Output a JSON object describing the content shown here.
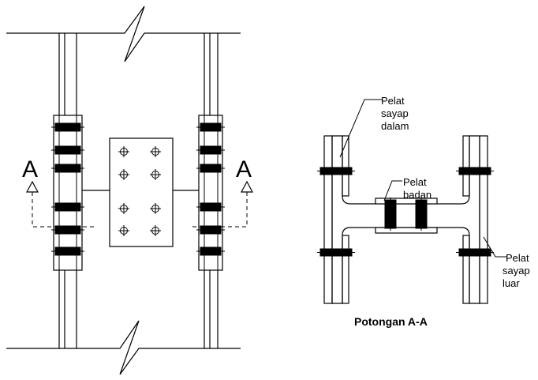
{
  "elevation": {
    "section_mark_left": "A",
    "section_mark_right": "A"
  },
  "section": {
    "title": "Potongan A-A",
    "labels": {
      "inner_flange_plate": [
        "Pelat",
        "sayap",
        "dalam"
      ],
      "web_plate": [
        "Pelat",
        "badan"
      ],
      "outer_flange_plate": [
        "Pelat",
        "sayap",
        "luar"
      ]
    }
  },
  "colors": {
    "line": "#000000",
    "background": "#ffffff"
  }
}
